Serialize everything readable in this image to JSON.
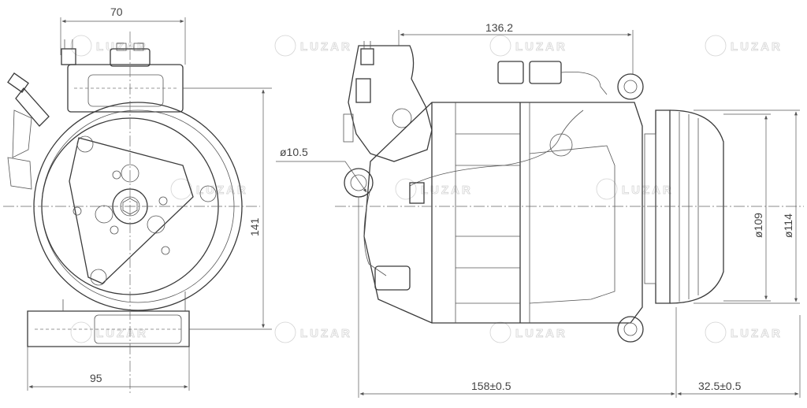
{
  "watermark": {
    "text": "LUZAR"
  },
  "dimensions": {
    "front_width_top": "70",
    "front_width_bottom": "95",
    "front_height": "141",
    "side_length_top": "136.2",
    "side_hole_diameter": "ø10.5",
    "side_length_bottom": "158±0.5",
    "pulley_offset": "32.5±0.5",
    "pulley_inner_diameter": "ø109",
    "pulley_outer_diameter": "ø114"
  }
}
